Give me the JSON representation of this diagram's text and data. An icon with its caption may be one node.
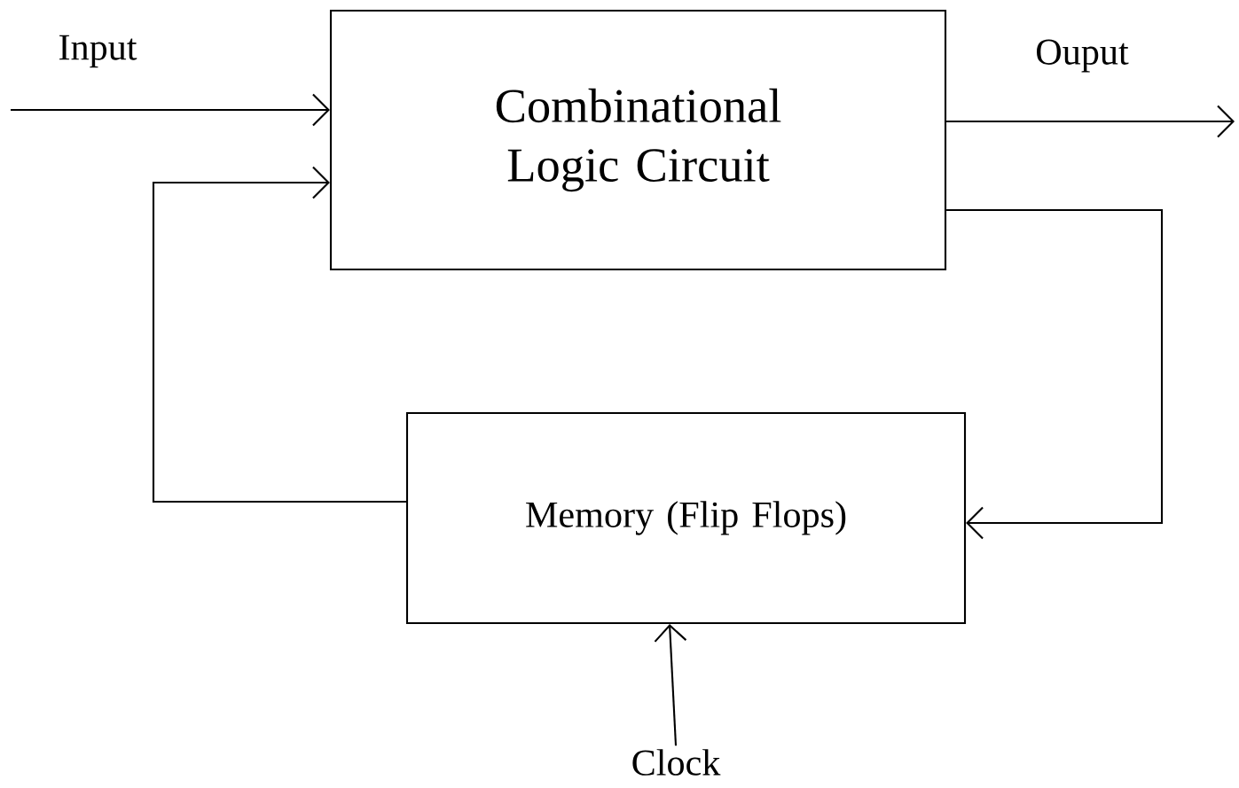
{
  "diagram": {
    "nodes": [
      {
        "text": [
          "Combinational Logic Circuit"
        ]
      },
      {
        "text": [
          "Memory (Flip Flops)"
        ]
      },
      {
        "text": [
          "Clock"
        ]
      }
    ],
    "edges": [
      {
        "from": null,
        "to": 0,
        "arrow": "to",
        "label": "Input"
      },
      {
        "from": 0,
        "to": null,
        "arrow": "to",
        "label": "Ouput"
      },
      {
        "from": 0,
        "to": 1,
        "arrow": "to"
      },
      {
        "from": 1,
        "to": 0,
        "arrow": "to"
      },
      {
        "from": 2,
        "to": 1,
        "arrow": "to"
      }
    ]
  }
}
